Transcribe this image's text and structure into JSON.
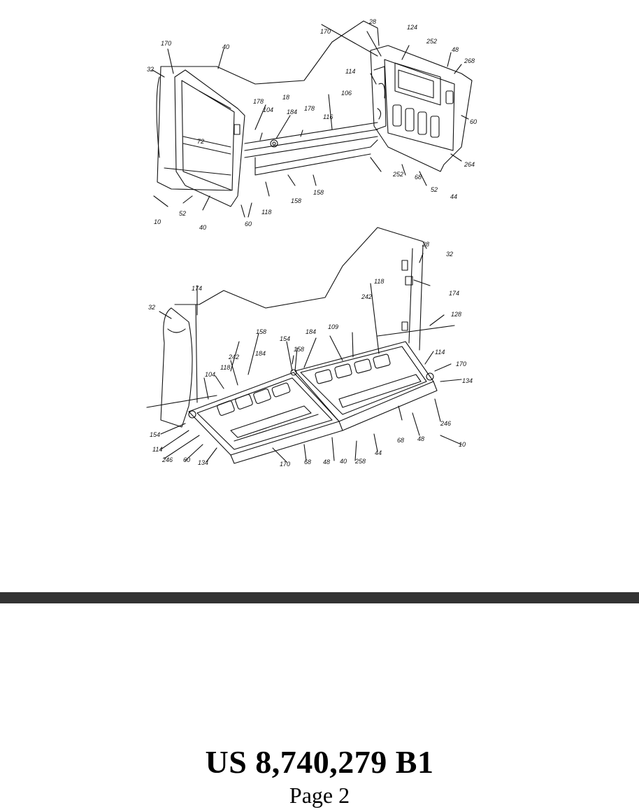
{
  "figures": {
    "top_view": {
      "labels": [
        "170",
        "32",
        "40",
        "18",
        "178",
        "104",
        "184",
        "178",
        "106",
        "116",
        "114",
        "170",
        "28",
        "124",
        "252",
        "48",
        "268",
        "60",
        "72",
        "118",
        "158",
        "158",
        "252",
        "68",
        "52",
        "44",
        "264",
        "10",
        "52",
        "40",
        "60"
      ]
    },
    "bottom_view": {
      "labels": [
        "28",
        "32",
        "174",
        "174",
        "32",
        "128",
        "118",
        "242",
        "158",
        "154",
        "158",
        "184",
        "109",
        "184",
        "242",
        "118",
        "104",
        "114",
        "170",
        "134",
        "154",
        "114",
        "246",
        "60",
        "134",
        "170",
        "68",
        "48",
        "40",
        "258",
        "44",
        "68",
        "48",
        "246",
        "10"
      ]
    }
  },
  "footer": {
    "patent_number": "US 8,740,279 B1",
    "page_label": "Page 2"
  },
  "colors": {
    "rule": "#333333",
    "ink": "#000000"
  }
}
